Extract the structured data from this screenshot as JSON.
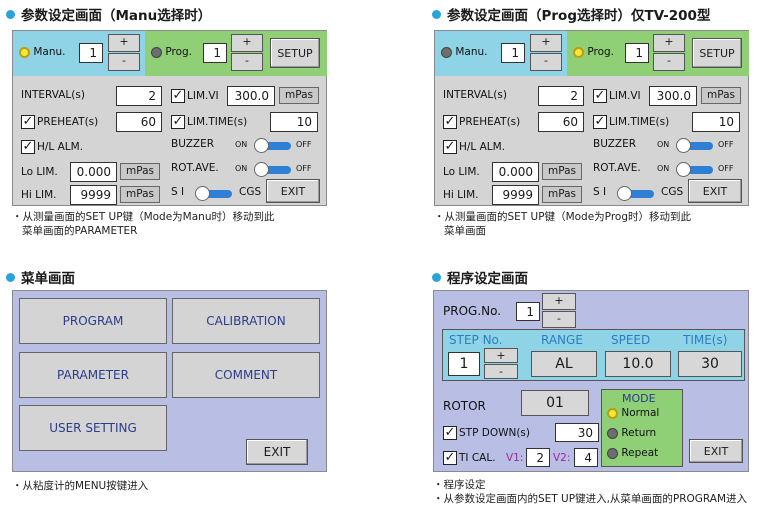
{
  "panels": {
    "manu": {
      "title": "参数设定画面（Manu选择时）",
      "mode_label": "Manu.",
      "mode_value": "1",
      "prog_label": "Prog.",
      "prog_value": "1",
      "plus": "+",
      "minus": "-",
      "setup": "SETUP",
      "interval_label": "INTERVAL(s)",
      "interval_value": "2",
      "limvi_label": "LIM.VI",
      "limvi_value": "300.0",
      "limvi_unit": "mPas",
      "preheat_label": "PREHEAT(s)",
      "preheat_value": "60",
      "limtime_label": "LIM.TIME(s)",
      "limtime_value": "10",
      "hl_label": "H/L ALM.",
      "buzzer_label": "BUZZER",
      "on": "ON",
      "off": "OFF",
      "rotave_label": "ROT.AVE.",
      "lolim_label": "Lo LIM.",
      "lolim_value": "0.000",
      "lolim_unit": "mPas",
      "hilim_label": "Hi LIM.",
      "hilim_value": "9999",
      "hilim_unit": "mPas",
      "si": "S I",
      "cgs": "CGS",
      "exit": "EXIT",
      "caption1": "・从测量画面的SET UP键（Mode为Manu时）移动到此",
      "caption2": "菜单画面的PARAMETER"
    },
    "prog": {
      "title": "参数设定画面（Prog选择时）仅TV-200型",
      "caption1": "・从测量画面的SET UP键（Mode为Prog时）移动到此",
      "caption2": "菜单画面"
    },
    "menu": {
      "title": "菜单画面",
      "program": "PROGRAM",
      "calibration": "CALIBRATION",
      "parameter": "PARAMETER",
      "comment": "COMMENT",
      "user_setting": "USER SETTING",
      "exit": "EXIT",
      "caption1": "・从粘度计的MENU按键进入"
    },
    "program": {
      "title": "程序设定画面",
      "prog_no_label": "PROG.No.",
      "prog_no_value": "1",
      "plus": "+",
      "minus": "-",
      "step_header": "STEP No.",
      "range_header": "RANGE",
      "speed_header": "SPEED",
      "time_header": "TIME(s)",
      "step_value": "1",
      "range_value": "AL",
      "speed_value": "10.0",
      "time_value": "30",
      "rotor_label": "ROTOR",
      "rotor_value": "01",
      "mode_label": "MODE",
      "normal": "Normal",
      "return": "Return",
      "repeat": "Repeat",
      "stpdown_label": "STP DOWN(s)",
      "stpdown_value": "30",
      "tical_label": "TI CAL.",
      "v1_label": "V1:",
      "v1_value": "2",
      "v2_label": "V2:",
      "v2_value": "4",
      "exit": "EXIT",
      "caption1": "・程序设定",
      "caption2": "・从参数设定画面内的SET UP键进入,从菜单画面的PROGRAM进入"
    }
  },
  "colors": {
    "title_dot": "#2aa3dc",
    "manu_bar": "#8fd3e6",
    "prog_bar": "#8fcf76",
    "toggle": "#2f7fd6",
    "table_header": "#2a7fc4",
    "mode_green": "#8fcf76"
  }
}
